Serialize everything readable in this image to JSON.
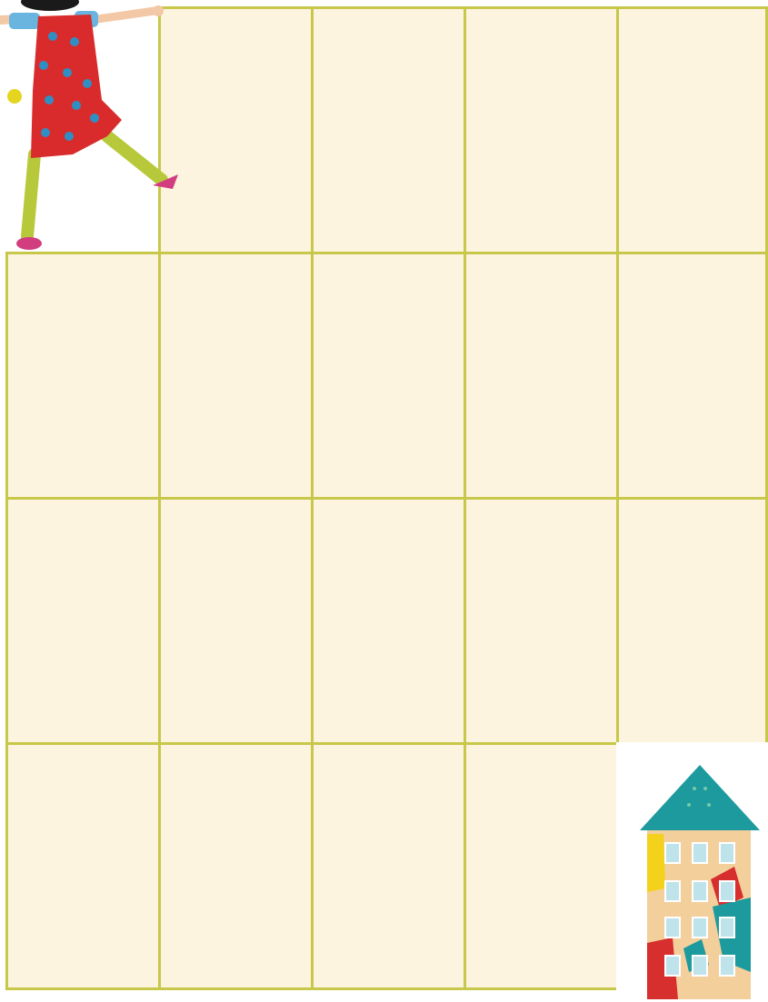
{
  "board": {
    "rows": 4,
    "cols": 5,
    "cell_color": "#fdf4df",
    "line_color": "#c7c749",
    "start_cell": {
      "row": 1,
      "col": 1,
      "occupant": "girl"
    },
    "goal_cell": {
      "row": 4,
      "col": 5,
      "occupant": "house"
    }
  },
  "sprites": {
    "girl": {
      "icon": "girl-in-red-dress-icon",
      "colors": {
        "dress": "#d92b2b",
        "flowers": "#2f8fc4",
        "tights": "#b7c93a",
        "shoes": "#d23d7f",
        "hair": "#1a1a1a",
        "sleeves": "#6ab4e0"
      }
    },
    "house": {
      "icon": "apartment-building-icon",
      "colors": {
        "roof": "#1c9a9e",
        "wall": "#f3cf9b",
        "patch_red": "#d72e2e",
        "patch_teal": "#1c9a9e",
        "patch_yellow": "#f4d11a",
        "window": "#bfe3ea"
      }
    }
  }
}
